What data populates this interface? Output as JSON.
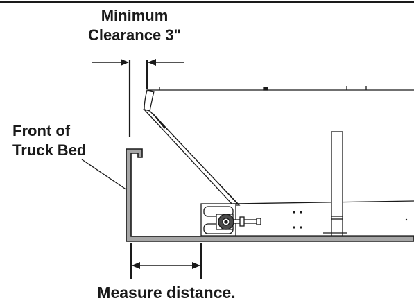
{
  "labels": {
    "clearance_line1": "Minimum",
    "clearance_line2": "Clearance 3\"",
    "truck_line1": "Front of",
    "truck_line2": "Truck Bed",
    "measure": "Measure distance."
  },
  "colors": {
    "ink": "#1a1a1a",
    "truck_fill": "#a6a6a6",
    "background": "#ffffff"
  }
}
